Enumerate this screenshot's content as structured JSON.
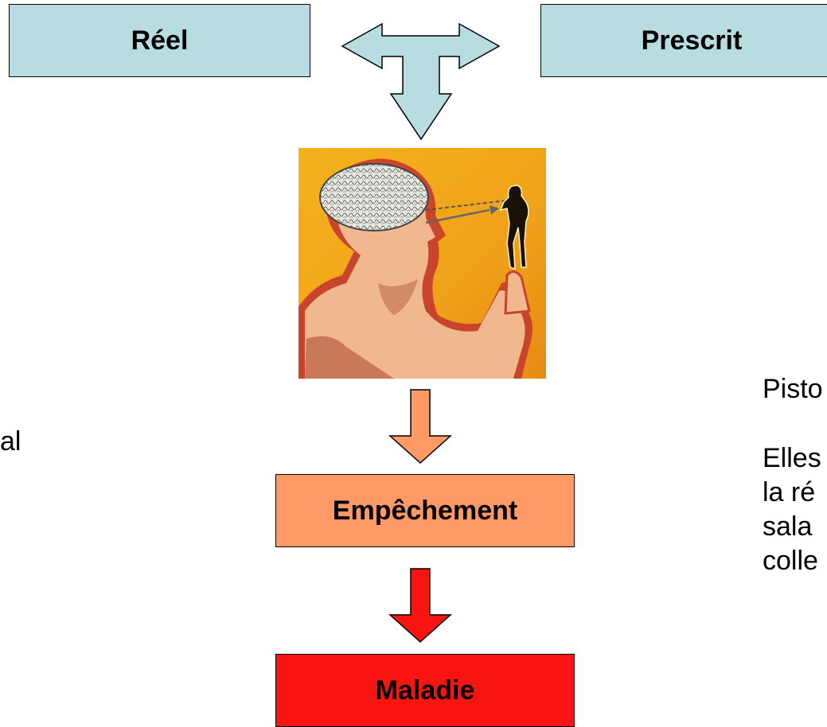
{
  "boxes": {
    "reel": "Réel",
    "prescrit": "Prescrit",
    "empechement": "Empêchement",
    "maladie": "Maladie"
  },
  "left_text": "al",
  "right_text": {
    "line1": "Pisto",
    "line2": "Elles",
    "line3": "la ré",
    "line4": "sala",
    "line5": "colle"
  },
  "colors": {
    "box_blue": "#b7dde1",
    "box_orange": "#ff9966",
    "box_red": "#f81511",
    "arrow_blue": "#b7dde1",
    "arrow_orange": "#ff9966",
    "arrow_red": "#f81511"
  },
  "illustration": "man-head-brain-illustration"
}
